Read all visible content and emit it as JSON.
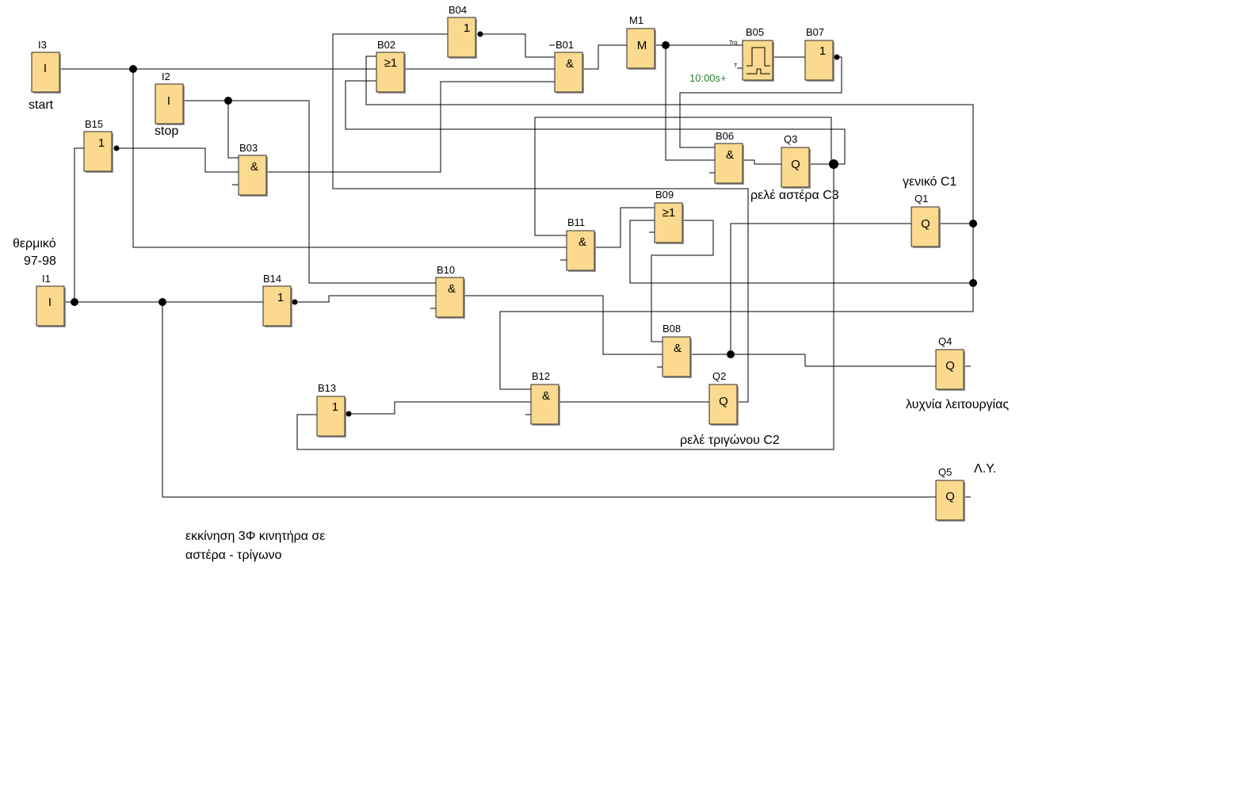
{
  "blocks": {
    "I3": {
      "label": "I3",
      "symbol": "I"
    },
    "I2": {
      "label": "I2",
      "symbol": "I"
    },
    "I1": {
      "label": "I1",
      "symbol": "I"
    },
    "B15": {
      "label": "B15",
      "symbol": "1"
    },
    "B03": {
      "label": "B03",
      "symbol": "&"
    },
    "B14": {
      "label": "B14",
      "symbol": "1"
    },
    "B04": {
      "label": "B04",
      "symbol": "1"
    },
    "B02": {
      "label": "B02",
      "symbol": "≥1"
    },
    "B01": {
      "label": "B01",
      "symbol": "&"
    },
    "M1": {
      "label": "M1",
      "symbol": "M"
    },
    "B05": {
      "label": "B05",
      "trg": "Trg",
      "t": "T"
    },
    "B07": {
      "label": "B07",
      "symbol": "1"
    },
    "B06": {
      "label": "B06",
      "symbol": "&"
    },
    "Q3": {
      "label": "Q3",
      "symbol": "Q"
    },
    "B11": {
      "label": "B11",
      "symbol": "&"
    },
    "B09": {
      "label": "B09",
      "symbol": "≥1"
    },
    "Q1": {
      "label": "Q1",
      "symbol": "Q"
    },
    "B10": {
      "label": "B10",
      "symbol": "&"
    },
    "B08": {
      "label": "B08",
      "symbol": "&"
    },
    "Q4": {
      "label": "Q4",
      "symbol": "Q"
    },
    "B13": {
      "label": "B13",
      "symbol": "1"
    },
    "B12": {
      "label": "B12",
      "symbol": "&"
    },
    "Q2": {
      "label": "Q2",
      "symbol": "Q"
    },
    "Q5": {
      "label": "Q5",
      "symbol": "Q"
    }
  },
  "timer_param": "10:00s+",
  "notes": {
    "start": "start",
    "stop": "stop",
    "thermal_1": "θερμικό",
    "thermal_2": "97-98",
    "general_c1": "γενικό C1",
    "star_relay": "ρελέ αστέρα C3",
    "delta_relay": "ρελέ τριγώνου C2",
    "run_lamp": "λυχνία λειτουργίας",
    "ly": "Λ.Υ.",
    "caption_1": "εκκίνηση 3Φ κινητήρα σε",
    "caption_2": "αστέρα - τρίγωνο"
  }
}
